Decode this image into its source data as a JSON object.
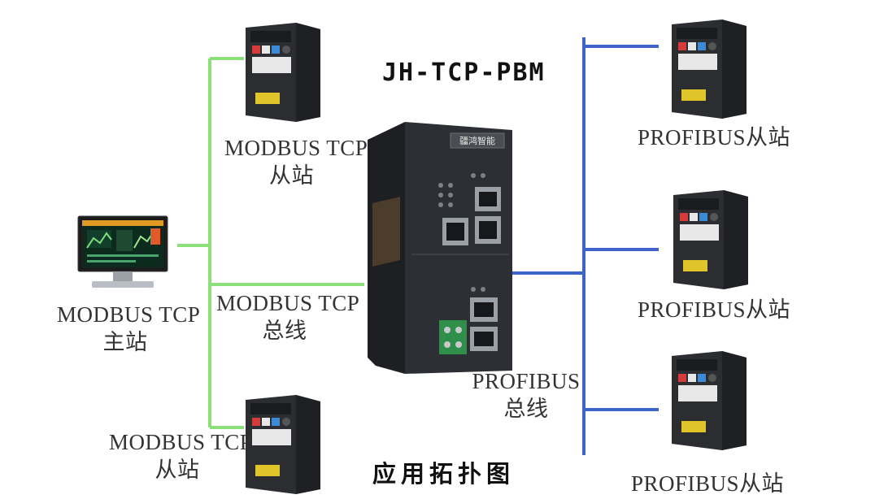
{
  "title": "JH-TCP-PBM",
  "caption": "应用拓扑图",
  "gateway": {
    "brand": "疆鸿智能"
  },
  "labels": {
    "master": [
      "MODBUS TCP",
      "主站"
    ],
    "tcp_bus": [
      "MODBUS TCP",
      "总线"
    ],
    "tcp_slave_top": [
      "MODBUS TCP",
      "从站"
    ],
    "tcp_slave_bottom": [
      "MODBUS TCP",
      "从站"
    ],
    "pb_bus": [
      "PROFIBUS",
      "总线"
    ],
    "pb_slave_1": "PROFIBUS从站",
    "pb_slave_2": "PROFIBUS从站",
    "pb_slave_3": "PROFIBUS从站"
  },
  "colors": {
    "modbus_line": "#8ce07a",
    "profibus_line": "#3f63c9",
    "device_body": "#2b2d31"
  },
  "icons": {
    "pc": "desktop-computer-icon",
    "gateway": "gateway-device-icon",
    "drive": "frequency-inverter-icon"
  }
}
